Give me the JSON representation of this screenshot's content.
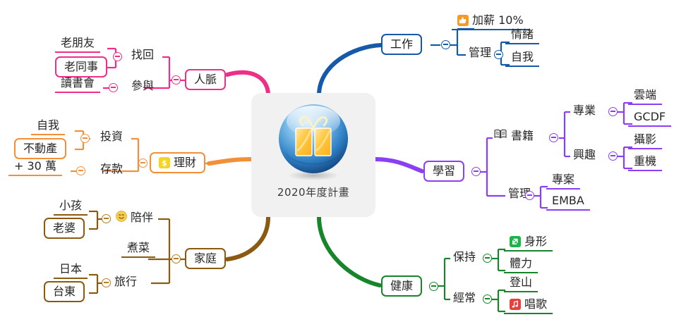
{
  "center": {
    "label": "2020年度計畫",
    "icon": "gift-ball-icon",
    "background": "#f1f1f1"
  },
  "branches": [
    {
      "id": "work",
      "label": "工作",
      "color": "#1559a8",
      "side": "right",
      "children": [
        {
          "label": "加薪 10%",
          "icon": "thumbs-up-icon",
          "icon_color": "#f59a23",
          "style": "underlined"
        },
        {
          "label": "管理",
          "style": "plain",
          "children": [
            {
              "label": "情緒",
              "style": "underlined"
            },
            {
              "label": "自我",
              "style": "underlined"
            }
          ]
        }
      ]
    },
    {
      "id": "learning",
      "label": "學習",
      "color": "#8b3ff4",
      "side": "right",
      "children": [
        {
          "label": "書籍",
          "icon": "open-book-icon",
          "icon_color": "#4a4a4a",
          "style": "plain",
          "children": [
            {
              "label": "專業",
              "style": "plain",
              "children": [
                {
                  "label": "雲端",
                  "style": "underlined"
                },
                {
                  "label": "GCDF",
                  "style": "underlined"
                }
              ]
            },
            {
              "label": "興趣",
              "style": "plain",
              "children": [
                {
                  "label": "攝影",
                  "style": "underlined"
                },
                {
                  "label": "重機",
                  "style": "underlined"
                }
              ]
            }
          ]
        },
        {
          "label": "管理",
          "style": "plain",
          "children": [
            {
              "label": "專案",
              "style": "underlined"
            },
            {
              "label": "EMBA",
              "style": "underlined"
            }
          ]
        }
      ]
    },
    {
      "id": "health",
      "label": "健康",
      "color": "#17862a",
      "side": "right",
      "children": [
        {
          "label": "保持",
          "style": "plain",
          "children": [
            {
              "label": "身形",
              "icon": "resize-arrows-icon",
              "icon_color": "#1eb34a",
              "style": "underlined"
            },
            {
              "label": "體力",
              "style": "underlined"
            }
          ]
        },
        {
          "label": "經常",
          "style": "plain",
          "children": [
            {
              "label": "登山",
              "style": "underlined"
            },
            {
              "label": "唱歌",
              "icon": "music-note-icon",
              "icon_color": "#e8413c",
              "style": "underlined"
            }
          ]
        }
      ]
    },
    {
      "id": "network",
      "label": "人脈",
      "color": "#ed2f88",
      "side": "left",
      "children": [
        {
          "label": "找回",
          "style": "plain",
          "children": [
            {
              "label": "老朋友",
              "style": "underlined"
            },
            {
              "label": "老同事",
              "style": "boxed"
            }
          ]
        },
        {
          "label": "參與",
          "style": "plain",
          "children": [
            {
              "label": "讀書會",
              "style": "underlined"
            }
          ]
        }
      ]
    },
    {
      "id": "finance",
      "label": "理財",
      "icon": "dollar-badge-icon",
      "icon_color": "#f5d423",
      "color": "#f2903a",
      "side": "left",
      "children": [
        {
          "label": "投資",
          "style": "plain",
          "children": [
            {
              "label": "自我",
              "style": "underlined"
            },
            {
              "label": "不動產",
              "style": "boxed"
            }
          ]
        },
        {
          "label": "存款",
          "style": "plain",
          "children": [
            {
              "label": "+ 30 萬",
              "style": "underlined"
            }
          ]
        }
      ]
    },
    {
      "id": "family",
      "label": "家庭",
      "color": "#8a5a10",
      "side": "left",
      "children": [
        {
          "label": "陪伴",
          "icon": "smiley-icon",
          "icon_color": "#f5c242",
          "style": "plain",
          "children": [
            {
              "label": "小孩",
              "style": "underlined"
            },
            {
              "label": "老婆",
              "style": "boxed"
            }
          ]
        },
        {
          "label": "煮菜",
          "style": "underlined"
        },
        {
          "label": "旅行",
          "style": "plain",
          "children": [
            {
              "label": "日本",
              "style": "underlined"
            },
            {
              "label": "台東",
              "style": "boxed"
            }
          ]
        }
      ]
    }
  ],
  "nodes": {
    "work": "工作",
    "work_raise": "加薪 10%",
    "work_manage": "管理",
    "work_emotion": "情緒",
    "work_self": "自我",
    "learn": "學習",
    "learn_books": "書籍",
    "learn_prof": "專業",
    "learn_cloud": "雲端",
    "learn_gcdf": "GCDF",
    "learn_hobby": "興趣",
    "learn_photo": "攝影",
    "learn_moto": "重機",
    "learn_manage": "管理",
    "learn_project": "專案",
    "learn_emba": "EMBA",
    "health": "健康",
    "health_keep": "保持",
    "health_shape": "身形",
    "health_stamina": "體力",
    "health_often": "經常",
    "health_hiking": "登山",
    "health_sing": "唱歌",
    "net": "人脈",
    "net_find": "找回",
    "net_oldfriend": "老朋友",
    "net_oldcolleague": "老同事",
    "net_join": "參與",
    "net_bookclub": "讀書會",
    "fin": "理財",
    "fin_invest": "投資",
    "fin_self": "自我",
    "fin_estate": "不動產",
    "fin_save": "存款",
    "fin_amount": "+ 30 萬",
    "fam": "家庭",
    "fam_company": "陪伴",
    "fam_kids": "小孩",
    "fam_wife": "老婆",
    "fam_cook": "煮菜",
    "fam_travel": "旅行",
    "fam_japan": "日本",
    "fam_taitung": "台東"
  }
}
